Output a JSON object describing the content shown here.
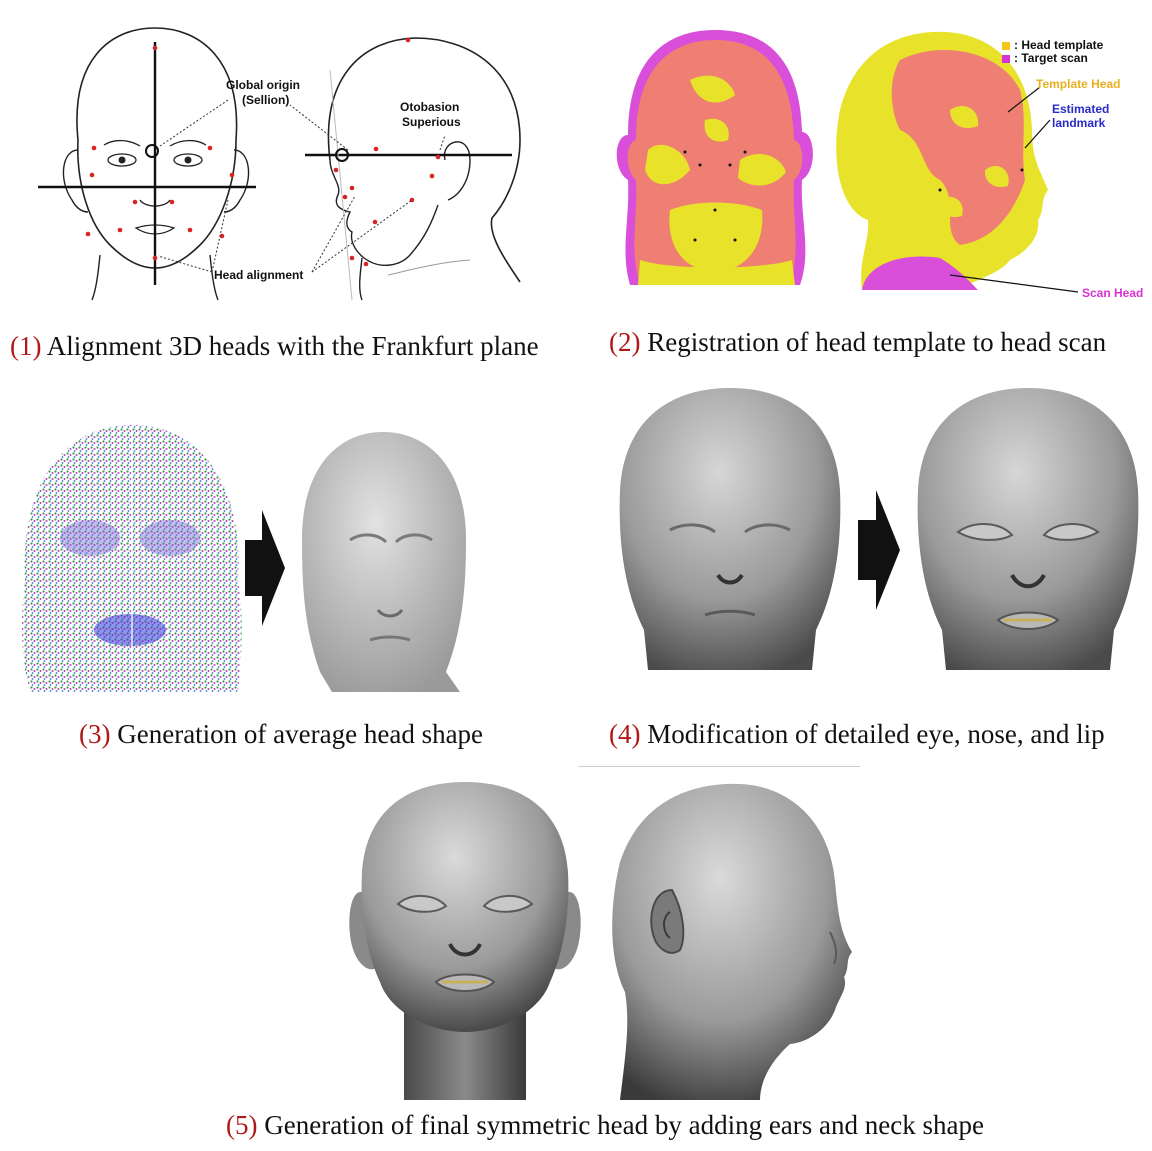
{
  "panel1": {
    "caption_num": "(1)",
    "caption_text": " Alignment 3D heads with the Frankfurt plane",
    "label_global_origin": "Global origin",
    "label_sellion": "(Sellion)",
    "label_otobasion": "Otobasion",
    "label_superious": "Superious",
    "label_head_alignment": "Head alignment"
  },
  "panel2": {
    "caption_num": "(2)",
    "caption_text": " Registration of head template to head scan",
    "legend_head_template": ": Head template",
    "legend_target_scan": ": Target scan",
    "label_template_head": "Template Head",
    "label_estimated": "Estimated",
    "label_landmark": "landmark",
    "label_scan_head": "Scan Head",
    "colors": {
      "template": "#f5c518",
      "scan": "#d633d6",
      "landmark": "#2a2ac8"
    }
  },
  "panel3": {
    "caption_num": "(3)",
    "caption_text": " Generation of average head shape"
  },
  "panel4": {
    "caption_num": "(4)",
    "caption_text": " Modification of detailed eye, nose, and lip"
  },
  "panel5": {
    "caption_num": "(5)",
    "caption_text": " Generation of final symmetric head by adding ears and neck shape"
  },
  "colors": {
    "caption_number": "#b01818"
  }
}
